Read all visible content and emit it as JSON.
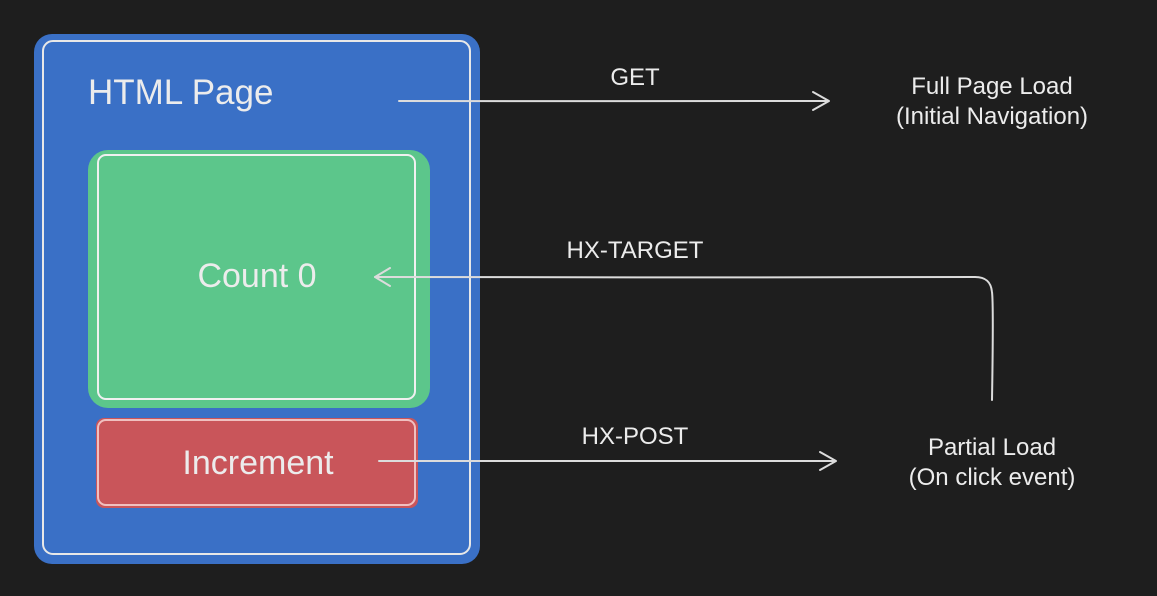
{
  "colors": {
    "background": "#1e1e1e",
    "page_fill": "#3a70c6",
    "page_stroke": "#e8e8e8",
    "count_fill": "#5cc68b",
    "count_stroke": "#f0f0f0",
    "button_fill": "#c9555a",
    "button_stroke": "#f0c0c0",
    "arrow": "#dcdcdc",
    "text": "#ececec"
  },
  "page": {
    "title": "HTML Page"
  },
  "counter": {
    "label": "Count 0"
  },
  "button": {
    "label": "Increment"
  },
  "edges": {
    "get": "GET",
    "hx_target": "HX-TARGET",
    "hx_post": "HX-POST"
  },
  "nodes": {
    "full_load": {
      "line1": "Full Page Load",
      "line2": "(Initial Navigation)"
    },
    "partial_load": {
      "line1": "Partial Load",
      "line2": "(On click event)"
    }
  }
}
